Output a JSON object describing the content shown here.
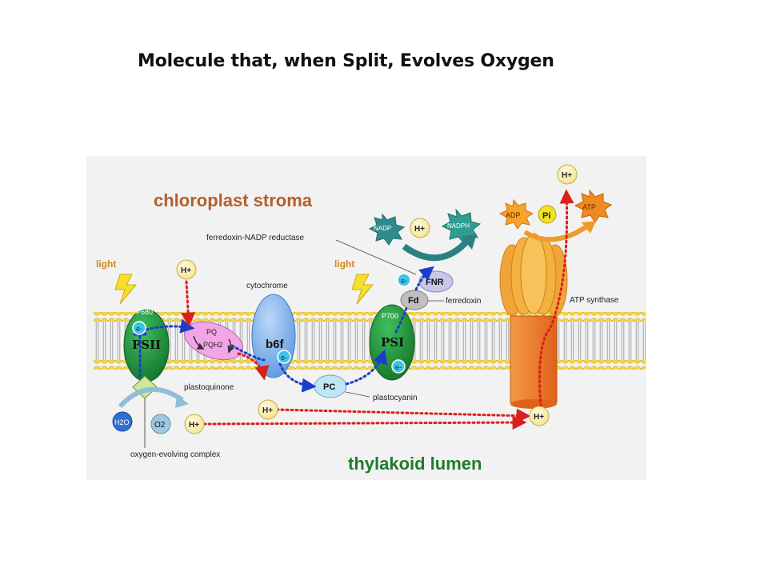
{
  "slide": {
    "title": "Molecule that, when Split, Evolves Oxygen"
  },
  "diagram": {
    "regions": {
      "stroma": "chloroplast stroma",
      "lumen": "thylakoid lumen"
    },
    "light_labels": [
      "light",
      "light"
    ],
    "psii": {
      "label": "PSII",
      "center": "P680"
    },
    "psi": {
      "label": "PSI",
      "center": "P700"
    },
    "cytochrome": {
      "label": "b6f",
      "caption": "cytochrome"
    },
    "plastoquinone": {
      "pq": "PQ",
      "pqh2": "PQH2",
      "caption": "plastoquinone"
    },
    "plastocyanin": {
      "label": "PC",
      "caption": "plastocyanin"
    },
    "ferredoxin": {
      "label": "Fd",
      "caption": "ferredoxin"
    },
    "fnr": {
      "label": "FNR",
      "caption": "ferredoxin-NADP reductase"
    },
    "atp_synthase": {
      "caption": "ATP synthase",
      "adp": "ADP",
      "pi": "Pi",
      "atp": "ATP"
    },
    "nadp": "NADP",
    "nadph": "NADPH",
    "water": "H2O",
    "oxygen": "O2",
    "oec": "oxygen-evolving complex",
    "proton": "H+",
    "electron": "e-",
    "colors": {
      "photosystem": "#1f8f3a",
      "membrane_head": "#f2d64a",
      "cytochrome": "#7fb4ec",
      "plastoquinone": "#f2a6e6",
      "electron_arrow": "#1c3dc9",
      "proton_arrow": "#d9201c",
      "stroma_text": "#b55f2a",
      "lumen_text": "#217a2c",
      "atp_head": "#f4b13f",
      "atp_stalk": "#f07b2a"
    }
  }
}
